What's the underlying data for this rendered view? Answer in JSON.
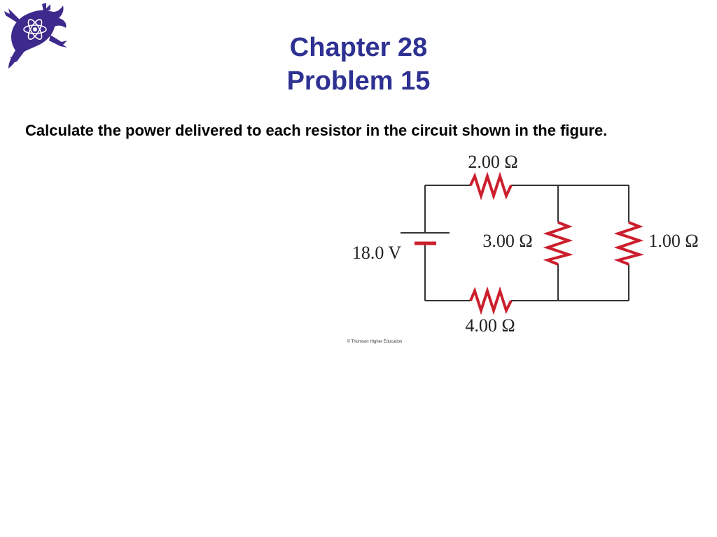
{
  "slide": {
    "chapter": "Chapter 28",
    "problem": "Problem 15",
    "question": "Calculate the power delivered to each resistor in the circuit shown in the figure."
  },
  "circuit": {
    "battery_label": "18.0 V",
    "resistors": {
      "top": "2.00 Ω",
      "middle": "3.00 Ω",
      "right": "1.00 Ω",
      "bottom": "4.00 Ω"
    },
    "credit": "© Thomson Higher Education"
  },
  "colors": {
    "title": "#2e3192",
    "wire": "#333333",
    "resistor": "#cc1f2d",
    "logo": "#3d2a8c"
  }
}
